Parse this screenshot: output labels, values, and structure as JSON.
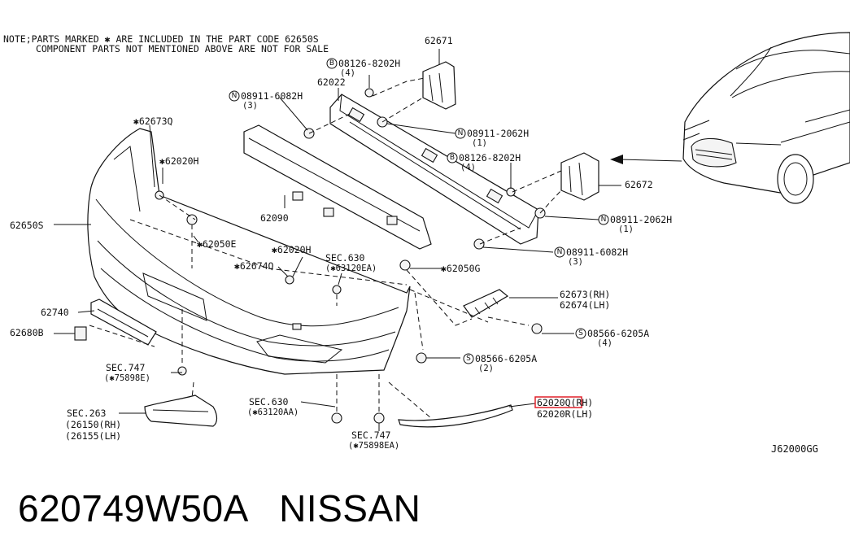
{
  "note": {
    "line1": "NOTE;PARTS MARKED ✱ ARE INCLUDED IN THE PART CODE 62650S",
    "line2": "COMPONENT PARTS NOT MENTIONED ABOVE ARE NOT FOR SALE"
  },
  "labels": {
    "p62671": "62671",
    "b08126_top": "08126-8202H",
    "b08126_top_qty": "(4)",
    "p62022": "62022",
    "n08911_6082_left": "08911-6082H",
    "n08911_6082_left_qty": "(3)",
    "p62673q": "✱62673Q",
    "n08911_2062_top": "08911-2062H",
    "n08911_2062_top_qty": "(1)",
    "p62020h_top": "✱62020H",
    "b08126_mid": "08126-8202H",
    "b08126_mid_qty": "(4)",
    "p62672": "62672",
    "p62650s": "62650S",
    "p62090": "62090",
    "n08911_2062_right": "08911-2062H",
    "n08911_2062_right_qty": "(1)",
    "p62050e": "✱62050E",
    "p62020h_mid": "✱62020H",
    "sec630_top": "SEC.630",
    "sec630_top_sub": "(✱63120EA)",
    "n08911_6082_right": "08911-6082H",
    "n08911_6082_right_qty": "(3)",
    "p62674q": "✱62674Q",
    "p62050g": "✱62050G",
    "p62673rh": "62673(RH)",
    "p62674lh": "62674(LH)",
    "p62740": "62740",
    "p62680b": "62680B",
    "s08566_right": "08566-6205A",
    "s08566_right_qty": "(4)",
    "sec747_left": "SEC.747",
    "sec747_left_sub": "(✱75898E)",
    "s08566_mid": "08566-6205A",
    "s08566_mid_qty": "(2)",
    "p62020q": "62020Q(RH)",
    "p62020r": "62020R(LH)",
    "sec263": "SEC.263",
    "sec263_rh": "(26150(RH)",
    "sec263_lh": "(26155(LH)",
    "sec630_bottom": "SEC.630",
    "sec630_bottom_sub": "(✱63120AA)",
    "sec747_bottom": "SEC.747",
    "sec747_bottom_sub": "(✱75898EA)",
    "diagram_code": "J62000GG"
  },
  "markers": {
    "N": "N",
    "B": "B",
    "S": "S"
  },
  "highlight_color": "#e0202a",
  "footer": {
    "part_number": "620749W50A",
    "brand": "NISSAN"
  }
}
